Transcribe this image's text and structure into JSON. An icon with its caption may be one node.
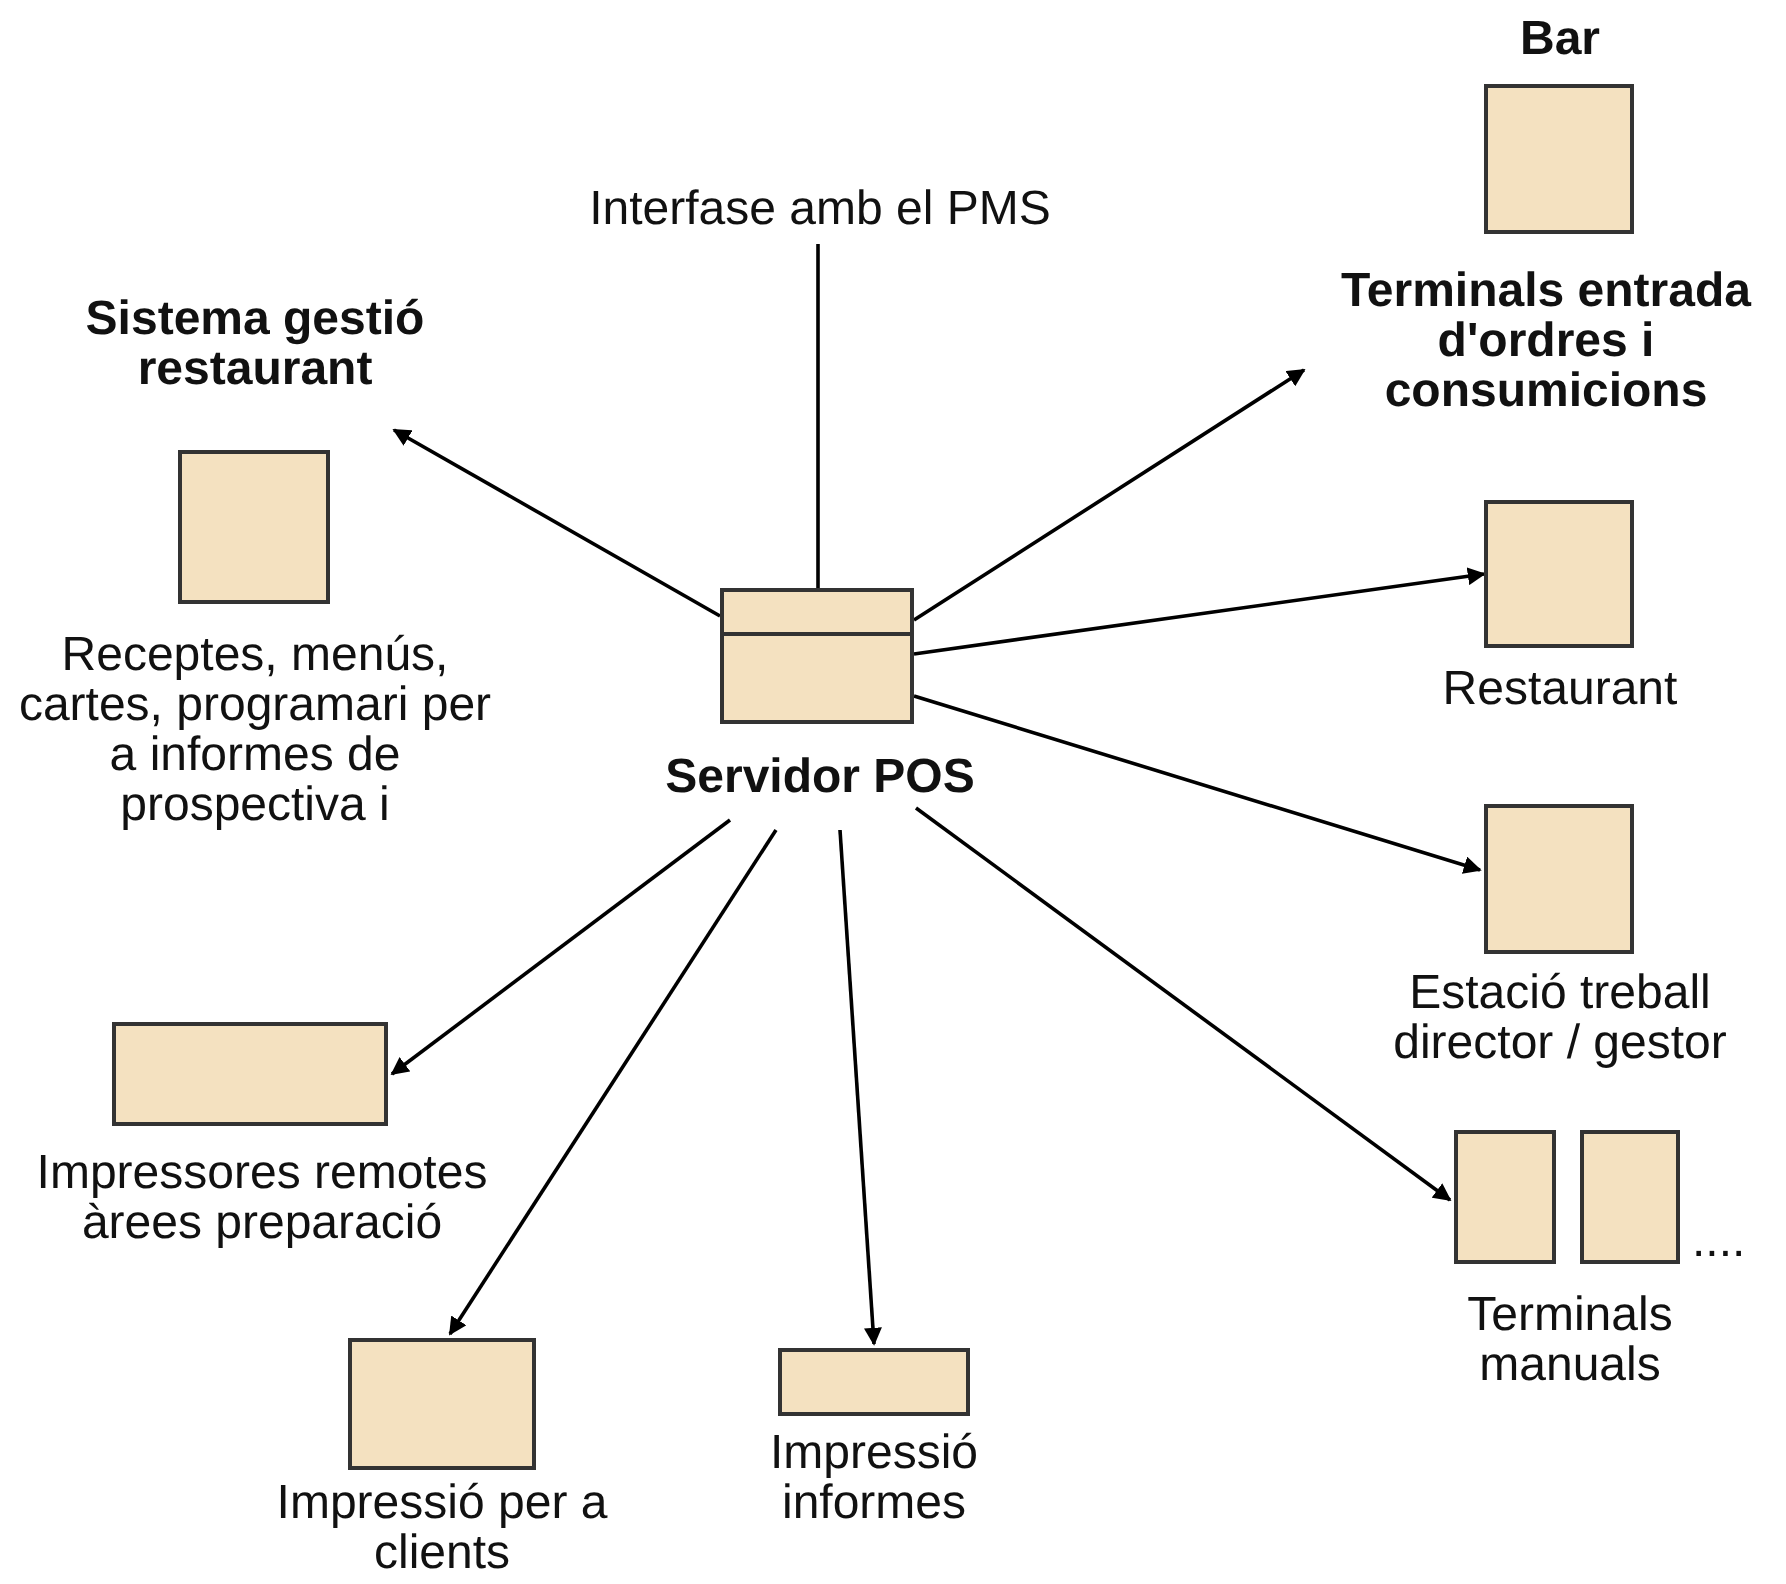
{
  "diagram": {
    "nodes": [
      {
        "text": [
          "Servidor POS"
        ]
      },
      {
        "text": [
          "Interfase amb el PMS"
        ]
      },
      {
        "text": [
          "Sistema gestió restaurant",
          "Receptes, menús, cartes, programari per a informes de prospectiva i"
        ]
      },
      {
        "text": [
          "Bar",
          "Terminals entrada d'ordres i consumicions"
        ]
      },
      {
        "text": [
          "Restaurant"
        ]
      },
      {
        "text": [
          "Estació treball director / gestor"
        ]
      },
      {
        "text": [
          "Terminals manuals"
        ]
      },
      {
        "text": [
          "Impressores remotes àrees preparació"
        ]
      },
      {
        "text": [
          "Impressió per a clients"
        ]
      },
      {
        "text": [
          "Impressió informes"
        ]
      }
    ],
    "edges": [
      {
        "from": 0,
        "to": 1,
        "arrow": "none"
      },
      {
        "from": 0,
        "to": 2,
        "arrow": "to"
      },
      {
        "from": 0,
        "to": 3,
        "arrow": "to"
      },
      {
        "from": 0,
        "to": 4,
        "arrow": "to"
      },
      {
        "from": 0,
        "to": 5,
        "arrow": "to"
      },
      {
        "from": 0,
        "to": 6,
        "arrow": "to"
      },
      {
        "from": 0,
        "to": 7,
        "arrow": "to"
      },
      {
        "from": 0,
        "to": 8,
        "arrow": "to"
      },
      {
        "from": 0,
        "to": 9,
        "arrow": "to"
      }
    ],
    "labels": [
      "...."
    ]
  }
}
